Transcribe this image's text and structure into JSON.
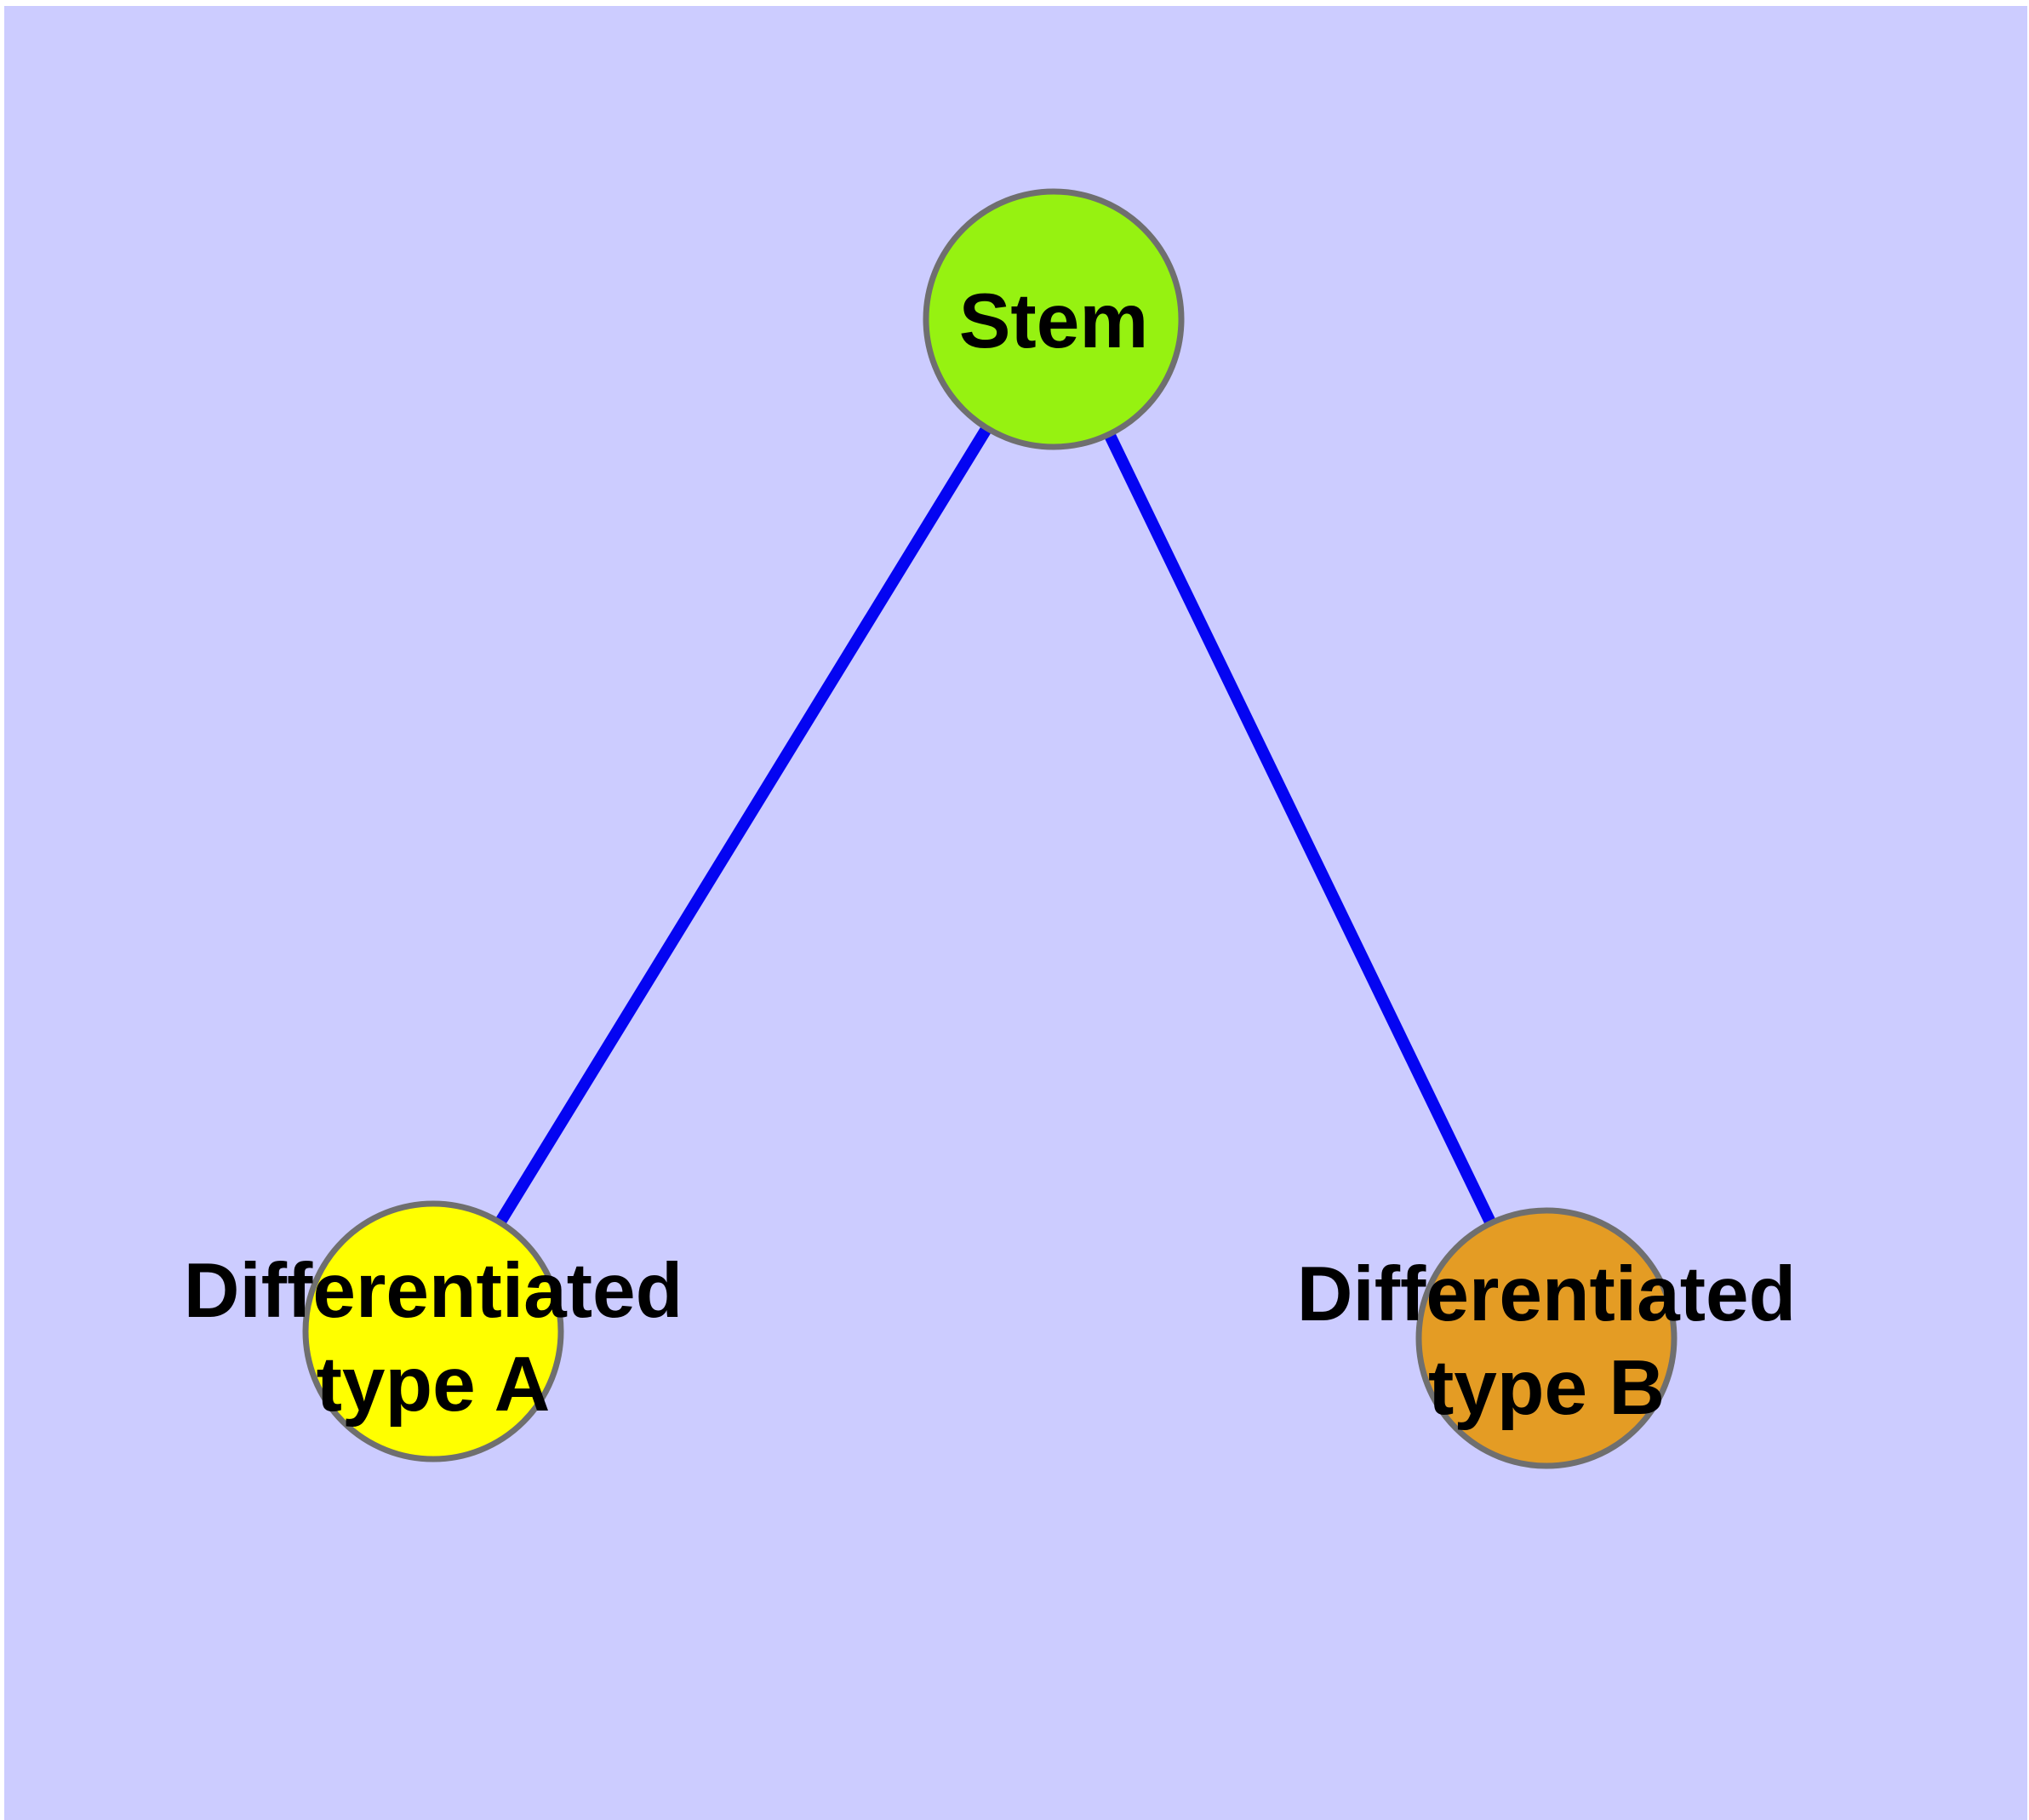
{
  "diagram": {
    "title": "",
    "background_color": "#CCCCFF",
    "frame_color": "#FFFFFF",
    "edge_color": "#0404F2",
    "node_stroke_color": "#6F6F6F",
    "label_color": "#000000",
    "nodes": {
      "stem": {
        "label": "Stem",
        "fill": "#96F211"
      },
      "type_a": {
        "label_line1": "Differentiated",
        "label_line2": "type A",
        "fill": "#FFFF00"
      },
      "type_b": {
        "label_line1": "Differentiated",
        "label_line2": "type B",
        "fill": "#E49C24"
      }
    },
    "edges": [
      {
        "from": "Stem",
        "to": "Differentiated type A"
      },
      {
        "from": "Stem",
        "to": "Differentiated type B"
      }
    ]
  }
}
